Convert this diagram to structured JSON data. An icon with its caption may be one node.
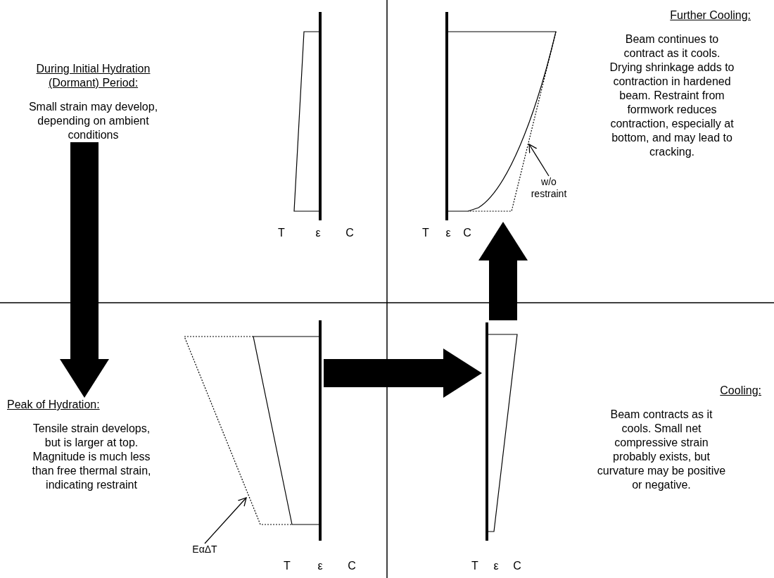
{
  "diagram": {
    "nodes": [
      {
        "text": [
          "During Initial Hydration (Dormant) Period:",
          "Small strain may develop, depending on ambient conditions"
        ]
      },
      {
        "text": [],
        "shape": "picture"
      },
      {
        "text": [
          "Peak of Hydration:",
          "Tensile strain develops, but is larger at top. Magnitude is much less than free thermal strain, indicating restraint"
        ]
      },
      {
        "text": [],
        "shape": "picture"
      },
      {
        "text": [
          "Cooling:",
          "Beam contracts as it cools.  Small net compressive strain probably exists, but curvature may be positive or negative."
        ]
      },
      {
        "text": [],
        "shape": "picture"
      },
      {
        "text": [
          "Further Cooling:",
          "Beam continues to contract as it cools. Drying shrinkage adds to contraction in hardened beam. Restraint from formwork reduces contraction, especially at bottom, and may lead to cracking."
        ]
      },
      {
        "text": [],
        "shape": "picture"
      },
      {
        "text": [
          "w/o restraint"
        ]
      },
      {
        "text": [
          "EαΔT"
        ]
      }
    ],
    "edges": [
      {
        "from": 0,
        "to": 2,
        "arrow": "to"
      },
      {
        "from": 3,
        "to": 5,
        "arrow": "to"
      },
      {
        "from": 5,
        "to": 7,
        "arrow": "to"
      },
      {
        "from": 8,
        "to": 7,
        "arrow": "to"
      },
      {
        "from": 9,
        "to": 3,
        "arrow": "to"
      }
    ],
    "labels": [
      "T",
      "ε",
      "C",
      "T",
      "ε",
      "C",
      "T",
      "ε",
      "C",
      "T",
      "ε",
      "C"
    ]
  }
}
